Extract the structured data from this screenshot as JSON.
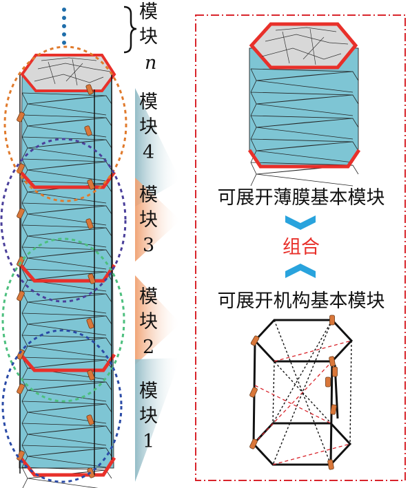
{
  "module_labels": {
    "n": {
      "line1": "模",
      "line2": "块",
      "index": "n"
    },
    "m4": {
      "line1": "模",
      "line2": "块",
      "index": "4"
    },
    "m3": {
      "line1": "模",
      "line2": "块",
      "index": "3"
    },
    "m2": {
      "line1": "模",
      "line2": "块",
      "index": "2"
    },
    "m1": {
      "line1": "模",
      "line2": "块",
      "index": "1"
    }
  },
  "right_panel": {
    "membrane_label": "可展开薄膜基本模块",
    "combine_label": "组合",
    "mechanism_label": "可展开机构基本模块"
  },
  "colors": {
    "panel_fill": "#7ec5d4",
    "edge_red": "#e8302a",
    "dash_red": "#d8232a",
    "joint_orange": "#d9773a",
    "chevron_blue": "#29a3dd",
    "ellipse_orange": "#e07a2c",
    "ellipse_purple": "#4a3f9a",
    "ellipse_green": "#4cbf7e",
    "ellipse_blue": "#2a4aa6",
    "arrow_blue": "#b8d6df",
    "arrow_orange": "#f2b08a",
    "dots_blue": "#1f6eaa"
  }
}
